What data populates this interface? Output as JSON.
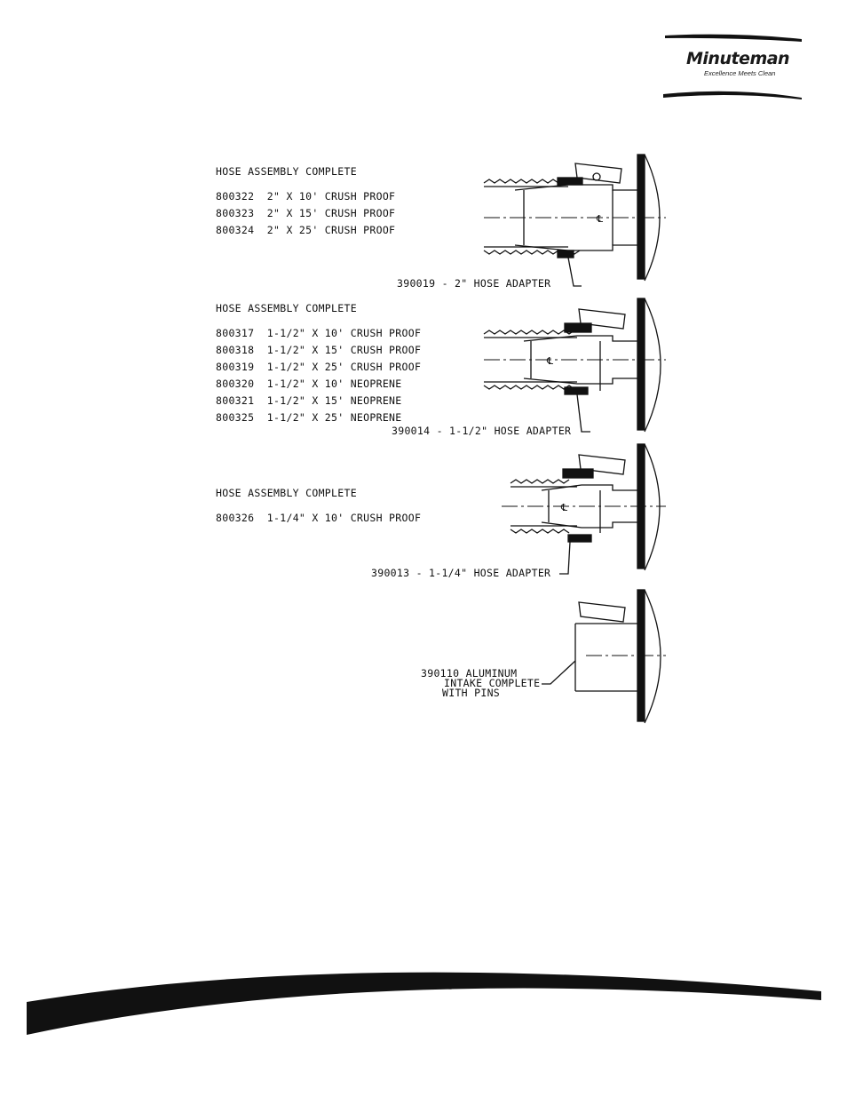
{
  "brand": {
    "name": "Minuteman",
    "tagline": "Excellence Meets Clean"
  },
  "sections": [
    {
      "heading": "HOSE ASSEMBLY COMPLETE",
      "parts": [
        {
          "number": "800322",
          "desc": "2\" X 10' CRUSH PROOF"
        },
        {
          "number": "800323",
          "desc": "2\" X 15' CRUSH PROOF"
        },
        {
          "number": "800324",
          "desc": "2\" X 25' CRUSH PROOF"
        }
      ],
      "callout": "390019 - 2\" HOSE ADAPTER"
    },
    {
      "heading": "HOSE ASSEMBLY COMPLETE",
      "parts": [
        {
          "number": "800317",
          "desc": "1-1/2\" X 10' CRUSH PROOF"
        },
        {
          "number": "800318",
          "desc": "1-1/2\" X 15' CRUSH PROOF"
        },
        {
          "number": "800319",
          "desc": "1-1/2\" X 25' CRUSH PROOF"
        },
        {
          "number": "800320",
          "desc": "1-1/2\" X 10' NEOPRENE"
        },
        {
          "number": "800321",
          "desc": "1-1/2\" X 15' NEOPRENE"
        },
        {
          "number": "800325",
          "desc": "1-1/2\" X 25' NEOPRENE"
        }
      ],
      "callout": "390014 - 1-1/2\" HOSE ADAPTER"
    },
    {
      "heading": "HOSE ASSEMBLY COMPLETE",
      "parts": [
        {
          "number": "800326",
          "desc": "1-1/4\" X 10' CRUSH PROOF"
        }
      ],
      "callout": "390013 - 1-1/4\" HOSE ADAPTER"
    },
    {
      "callout_lines": [
        "390110 ALUMINUM",
        "INTAKE COMPLETE",
        "WITH PINS"
      ]
    }
  ],
  "centerline_symbol": "℄"
}
